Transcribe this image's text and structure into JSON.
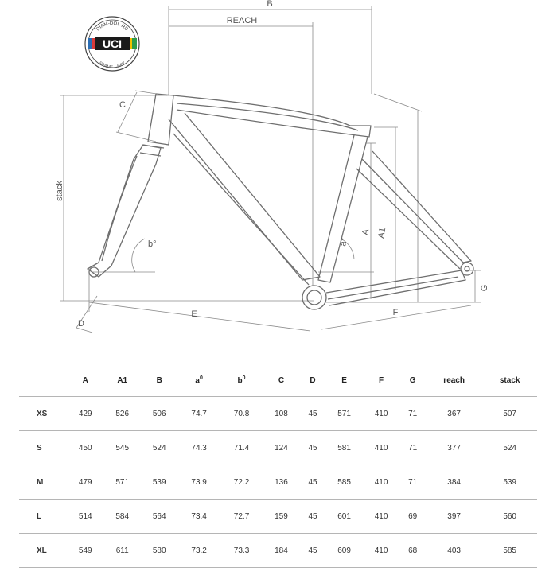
{
  "badge": {
    "ring_top": "DIAM-DOL-RD",
    "center": "UCI",
    "ring_bottom": "FRAME · 4907"
  },
  "dimension_labels": {
    "A": "A",
    "A1": "A1",
    "B": "B",
    "reach": "REACH",
    "C": "C",
    "stack": "stack",
    "a_angle": "a°",
    "b_angle": "b°",
    "D": "D",
    "E": "E",
    "F": "F",
    "G": "G"
  },
  "table": {
    "headers": [
      "",
      "A",
      "A1",
      "B",
      "a",
      "b",
      "C",
      "D",
      "E",
      "F",
      "G",
      "reach",
      "stack"
    ],
    "rows": [
      {
        "size": "XS",
        "values": [
          "429",
          "526",
          "506",
          "74.7",
          "70.8",
          "108",
          "45",
          "571",
          "410",
          "71",
          "367",
          "507"
        ]
      },
      {
        "size": "S",
        "values": [
          "450",
          "545",
          "524",
          "74.3",
          "71.4",
          "124",
          "45",
          "581",
          "410",
          "71",
          "377",
          "524"
        ]
      },
      {
        "size": "M",
        "values": [
          "479",
          "571",
          "539",
          "73.9",
          "72.2",
          "136",
          "45",
          "585",
          "410",
          "71",
          "384",
          "539"
        ]
      },
      {
        "size": "L",
        "values": [
          "514",
          "584",
          "564",
          "73.4",
          "72.7",
          "159",
          "45",
          "601",
          "410",
          "69",
          "397",
          "560"
        ]
      },
      {
        "size": "XL",
        "values": [
          "549",
          "611",
          "580",
          "73.2",
          "73.3",
          "184",
          "45",
          "609",
          "410",
          "68",
          "403",
          "585"
        ]
      }
    ]
  },
  "colors": {
    "frame_line": "#6e6e6e",
    "dim_line": "#8a8a8a",
    "uci_rainbow": [
      "#2a6db4",
      "#d93a3a",
      "#222222",
      "#f2c200",
      "#2e9c4b"
    ]
  }
}
